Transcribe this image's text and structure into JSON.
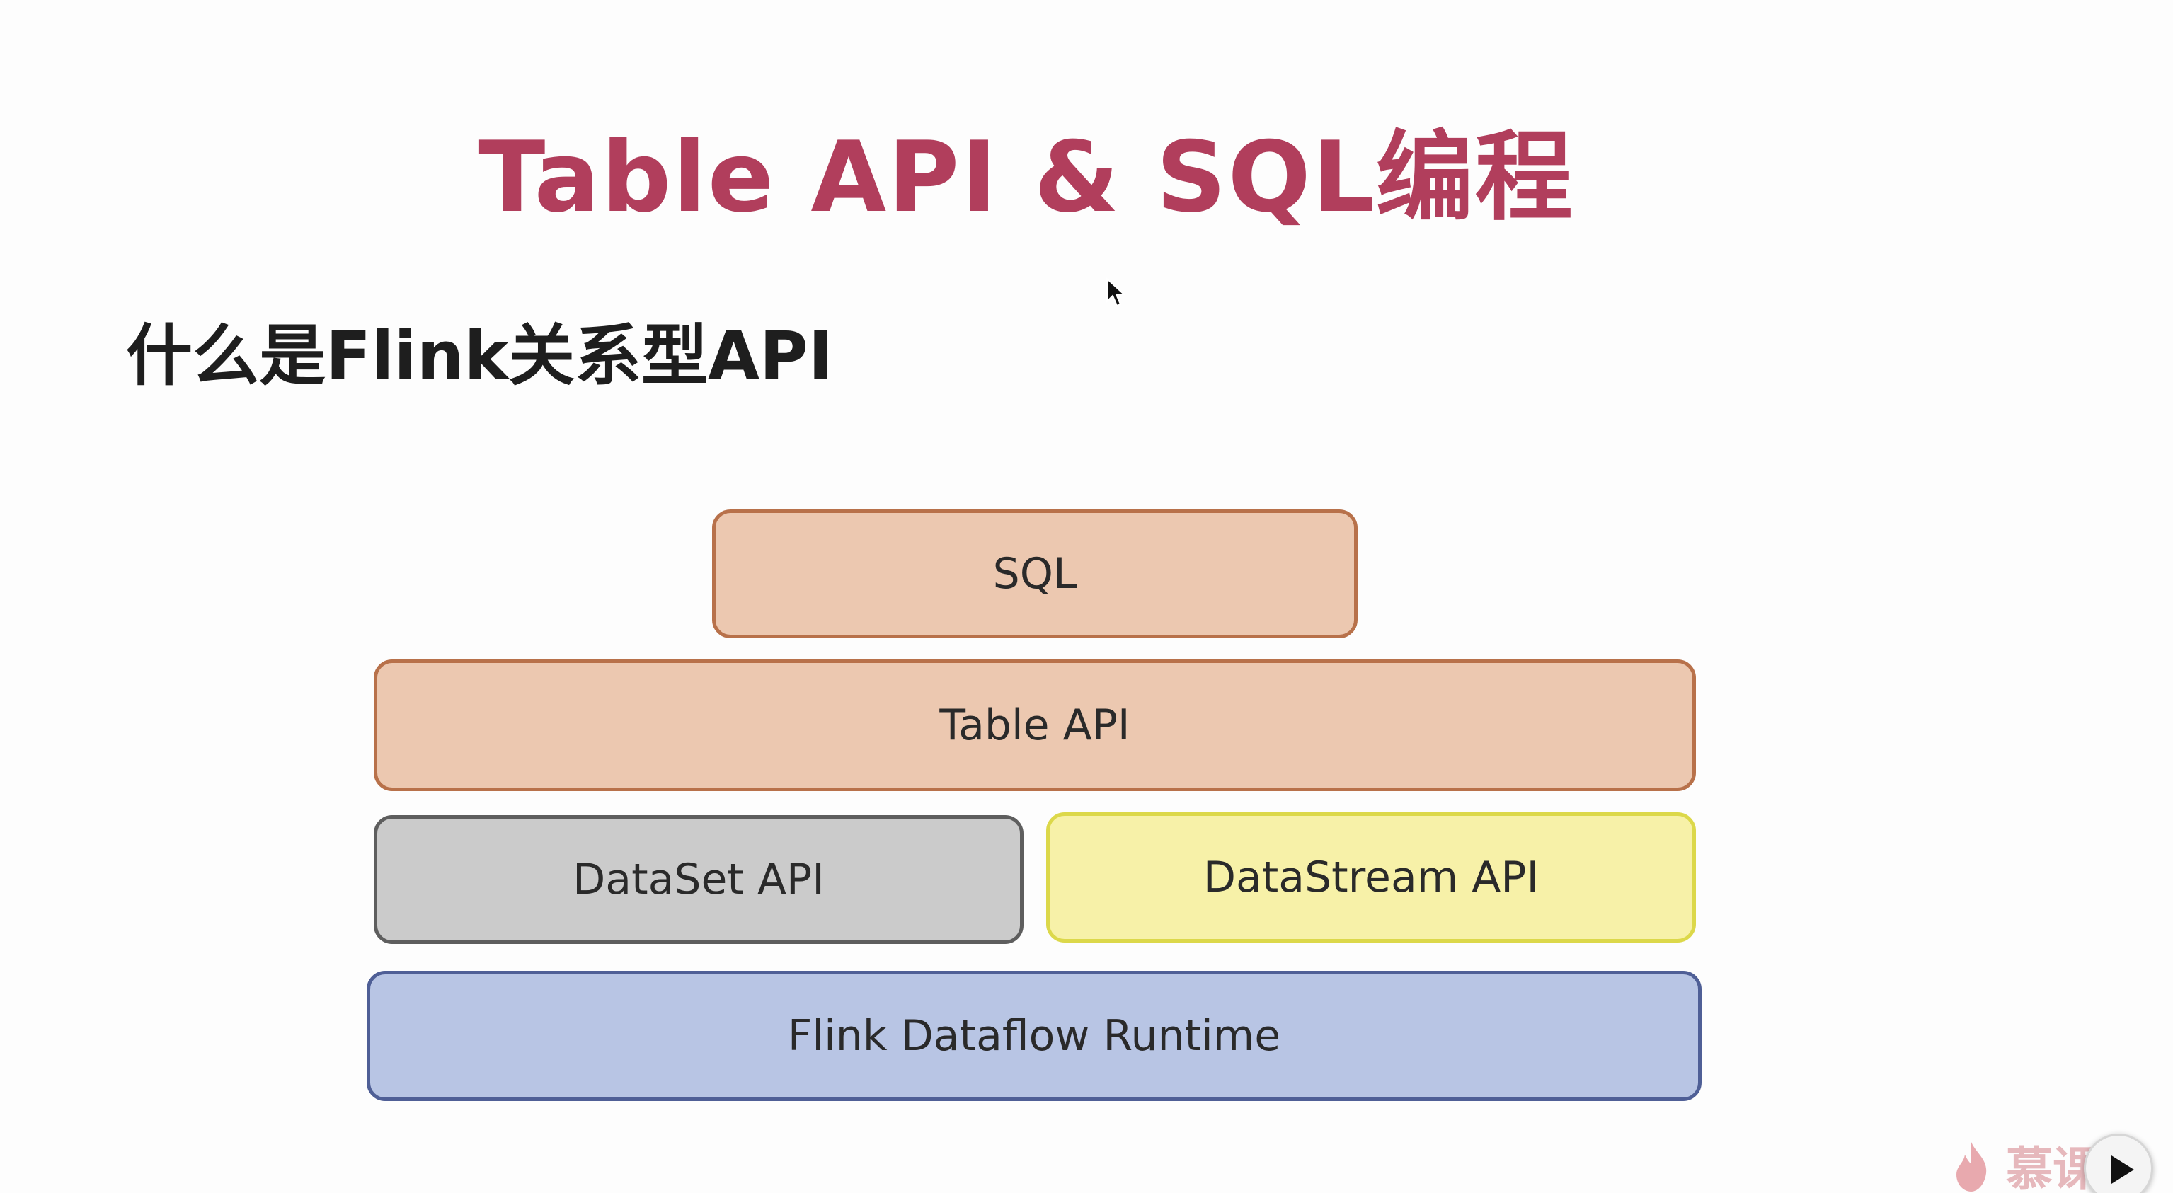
{
  "slide": {
    "title": "Table API & SQL编程",
    "subtitle": "什么是Flink关系型API"
  },
  "diagram": {
    "layers": {
      "sql": "SQL",
      "table_api": "Table API",
      "dataset_api": "DataSet API",
      "datastream_api": "DataStream API",
      "runtime": "Flink Dataflow Runtime"
    },
    "colors": {
      "sql_fill": "#ecc8b0",
      "table_fill": "#ecc8b0",
      "dataset_fill": "#cbcbcb",
      "datastream_fill": "#f7f1a8",
      "runtime_fill": "#b8c5e4",
      "title_color": "#b13e5c"
    }
  },
  "watermark": {
    "text": "慕课网"
  },
  "icons": {
    "cursor": "mouse-pointer-icon",
    "play": "play-icon",
    "watermark_logo": "flame-logo-icon"
  }
}
